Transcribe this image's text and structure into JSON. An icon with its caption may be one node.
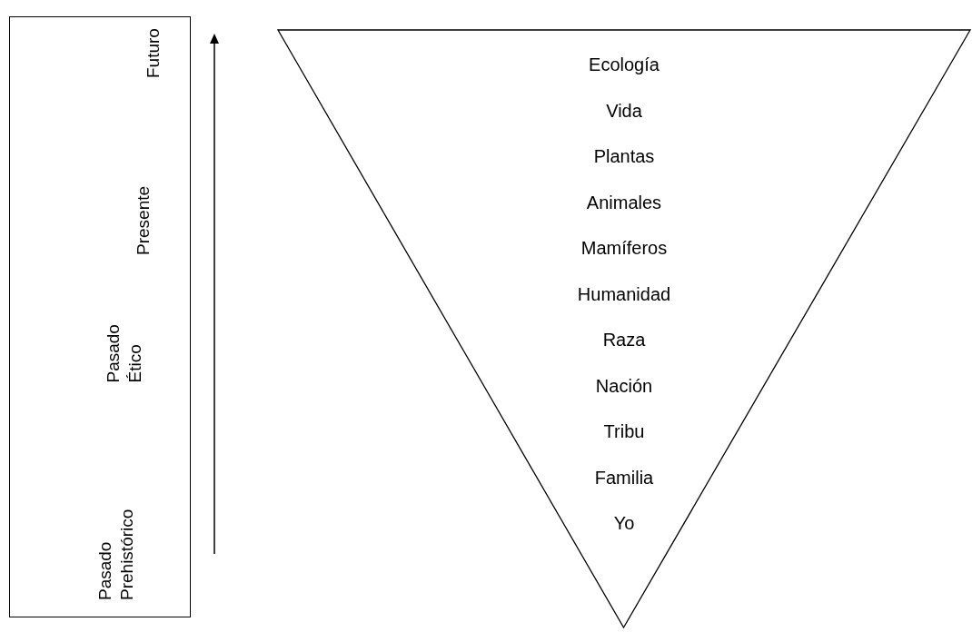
{
  "diagram": {
    "nodes": [
      {
        "text": [
          "Pasado Prehistórico",
          "Pasado Ético",
          "Presente",
          "Futuro"
        ]
      },
      {
        "text": [
          "Ecología",
          "Vida",
          "Plantas",
          "Animales",
          "Mamíferos",
          "Humanidad",
          "Raza",
          "Nación",
          "Tribu",
          "Familia",
          "Yo"
        ]
      }
    ],
    "edges": []
  }
}
